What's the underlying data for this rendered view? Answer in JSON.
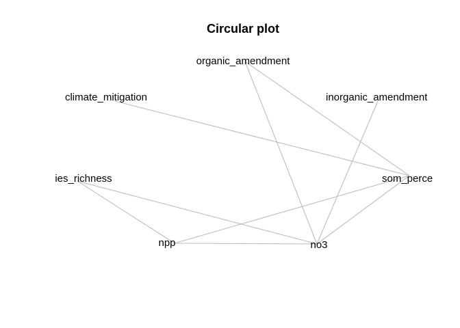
{
  "title": "Circular plot",
  "edge_color": "#bdbdbd",
  "nodes": [
    {
      "id": "organic_amendment",
      "label": "organic_amendment"
    },
    {
      "id": "inorganic_amendment",
      "label": "inorganic_amendment"
    },
    {
      "id": "som_percent",
      "label": "som_perce"
    },
    {
      "id": "no3",
      "label": "no3"
    },
    {
      "id": "npp",
      "label": "npp"
    },
    {
      "id": "species_richness",
      "label": "ies_richness"
    },
    {
      "id": "climate_mitigation",
      "label": "climate_mitigation"
    }
  ],
  "edges": [
    {
      "from": "organic_amendment",
      "to": "no3"
    },
    {
      "from": "organic_amendment",
      "to": "som_percent"
    },
    {
      "from": "inorganic_amendment",
      "to": "no3"
    },
    {
      "from": "climate_mitigation",
      "to": "som_percent"
    },
    {
      "from": "som_percent",
      "to": "no3"
    },
    {
      "from": "som_percent",
      "to": "npp"
    },
    {
      "from": "species_richness",
      "to": "npp"
    },
    {
      "from": "species_richness",
      "to": "no3"
    },
    {
      "from": "npp",
      "to": "no3"
    }
  ]
}
